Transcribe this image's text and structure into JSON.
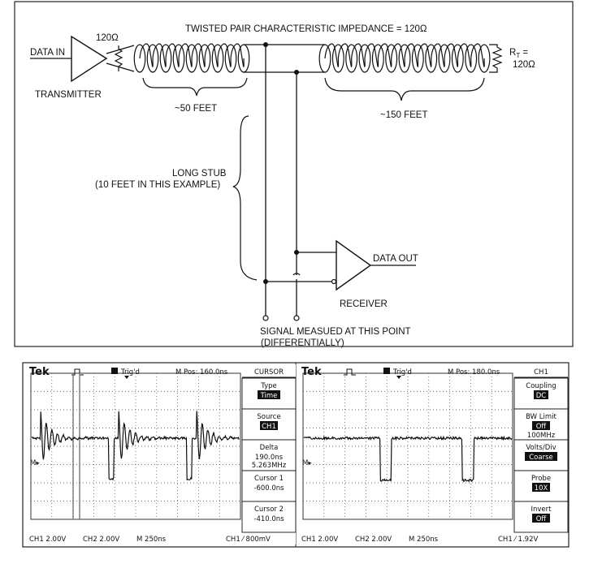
{
  "diagram": {
    "title": "TWISTED PAIR CHARACTERISTIC IMPEDANCE = 120Ω",
    "data_in": "DATA IN",
    "r_source": "120Ω",
    "transmitter": "TRANSMITTER",
    "len_left": "~50 FEET",
    "len_right": "~150 FEET",
    "rt_label": "R",
    "rt_sub": "T",
    "rt_eq": " =",
    "rt_value": "120Ω",
    "stub_line1": "LONG STUB",
    "stub_line2": "(10 FEET IN THIS EXAMPLE)",
    "data_out": "DATA OUT",
    "receiver": "RECEIVER",
    "measure_line1": "SIGNAL MEASUED AT THIS POINT",
    "measure_line2": "(DIFFERENTIALLY)"
  },
  "scopes": [
    {
      "brand": "Tek",
      "trig": "Trig'd",
      "mpos": "M Pos: 160.0ns",
      "menu_title": "CURSOR",
      "menu": [
        {
          "label": "Type",
          "value": "Time"
        },
        {
          "label": "Source",
          "value": "CH1"
        },
        {
          "label": "Delta",
          "lines": [
            "190.0ns",
            "5.263MHz"
          ]
        },
        {
          "label": "Cursor 1",
          "lines": [
            "-600.0ns"
          ]
        },
        {
          "label": "Cursor 2",
          "lines": [
            "-410.0ns"
          ]
        }
      ],
      "bottom": {
        "ch1": "CH1  2.00V",
        "ch2": "CH2  2.00V",
        "m": "M 250ns",
        "trig": "CH1 ⁄ 800mV"
      }
    },
    {
      "brand": "Tek",
      "trig": "Trig'd",
      "mpos": "M Pos: 180.0ns",
      "menu_title": "CH1",
      "menu": [
        {
          "label": "Coupling",
          "value": "DC"
        },
        {
          "label": "BW Limit",
          "value": "Off",
          "extra": "100MHz"
        },
        {
          "label": "Volts/Div",
          "value": "Coarse"
        },
        {
          "label": "Probe",
          "value": "10X"
        },
        {
          "label": "Invert",
          "value": "Off"
        }
      ],
      "bottom": {
        "ch1": "CH1  2.00V",
        "ch2": "CH2  2.00V",
        "m": "M 250ns",
        "trig": "CH1 ⁄ 1.92V"
      }
    }
  ]
}
